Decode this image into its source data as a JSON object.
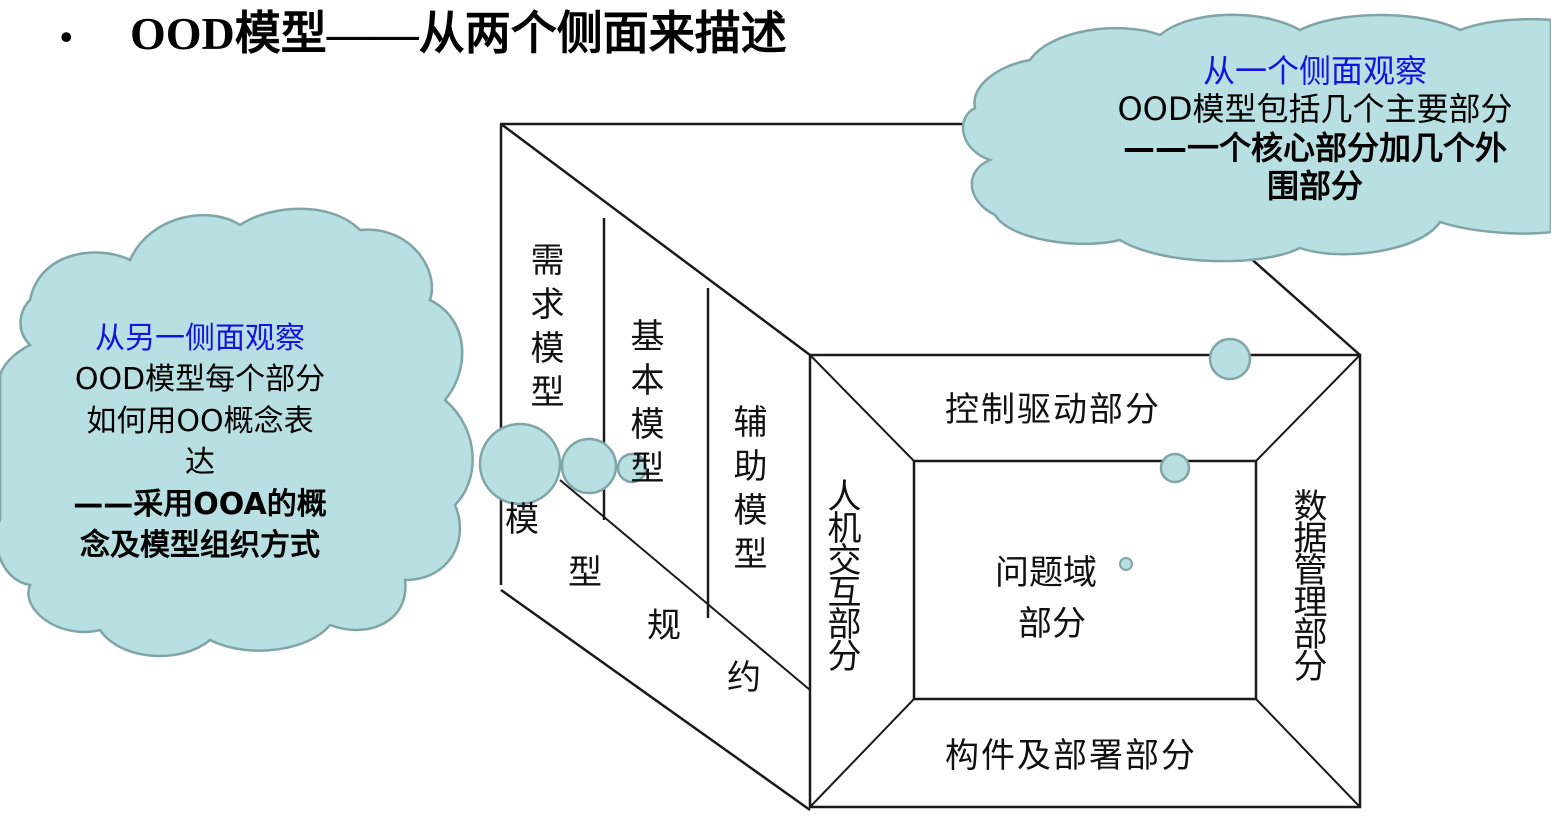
{
  "heading": {
    "bullet": "•",
    "text": "OOD模型——从两个侧面来描述"
  },
  "cloud_right": {
    "line1": "从一个侧面观察",
    "line2": "OOD模型包括几个主要部分",
    "line3": "——一个核心部分加几个外",
    "line4": "围部分"
  },
  "cloud_left": {
    "line1": "从另一侧面观察",
    "line2": "OOD模型每个部分",
    "line3": "如何用OO概念表",
    "line4": "达",
    "line5": "——采用OOA的概",
    "line6": "念及模型组织方式"
  },
  "side_face": {
    "requirement_model": "需求模型",
    "basic_model": "基本模型",
    "auxiliary_model": "辅助模型",
    "spec_chars": [
      "模",
      "型",
      "规",
      "约"
    ]
  },
  "front_face": {
    "top": "控制驱动部分",
    "left": "人机交互部分",
    "right": "数据管理部分",
    "bottom": "构件及部署部分",
    "center_line1": "问题域",
    "center_line2": "部分"
  },
  "colors": {
    "cloud_fill": "#b8dfe2",
    "cloud_stroke": "#7fa5a8",
    "accent_blue": "#1414e0"
  }
}
